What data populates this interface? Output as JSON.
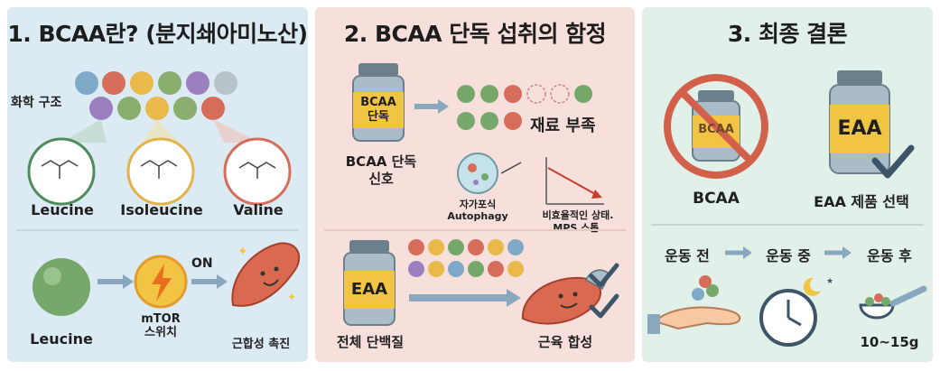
{
  "panel1": {
    "title": "1. BCAA란? (분지쇄아미노산)",
    "chem_label": "화학 구조",
    "amino_names": [
      "Leucine",
      "Isoleucine",
      "Valine"
    ],
    "leucine_label": "Leucine",
    "mtor_label": "mTOR\n스위치",
    "on_label": "ON",
    "synthesis_label": "근합성 촉진"
  },
  "panel2": {
    "title": "2. BCAA 단독 섭취의 함정",
    "bottle_text": "BCAA\n단독",
    "signal_label": "BCAA 단독\n신호",
    "shortage_label": "재료 부족",
    "autophagy_label": "자가포식\nAutophagy",
    "inefficient_label": "비효율적인 상태.\nMPS 스톱.",
    "eaa_bottle_text": "EAA",
    "whole_protein_label": "전체 단백질",
    "muscle_synthesis_label": "근육 합성"
  },
  "panel3": {
    "title": "3. 최종 결론",
    "bcaa_bottle_text": "BCAA",
    "bcaa_label": "BCAA",
    "eaa_bottle_text": "EAA",
    "eaa_choice_label": "EAA 제품 선택",
    "timeline": [
      "운동 전",
      "운동 중",
      "운동 후"
    ],
    "dose_label": "10~15g"
  },
  "colors": {
    "panel1_bg": "#dcebf3",
    "panel2_bg": "#f7e0db",
    "panel3_bg": "#e2f0ea",
    "bottle_label": "#f2c443",
    "prohibit_red": "#d2604a",
    "arrow": "#8aa8bd"
  }
}
